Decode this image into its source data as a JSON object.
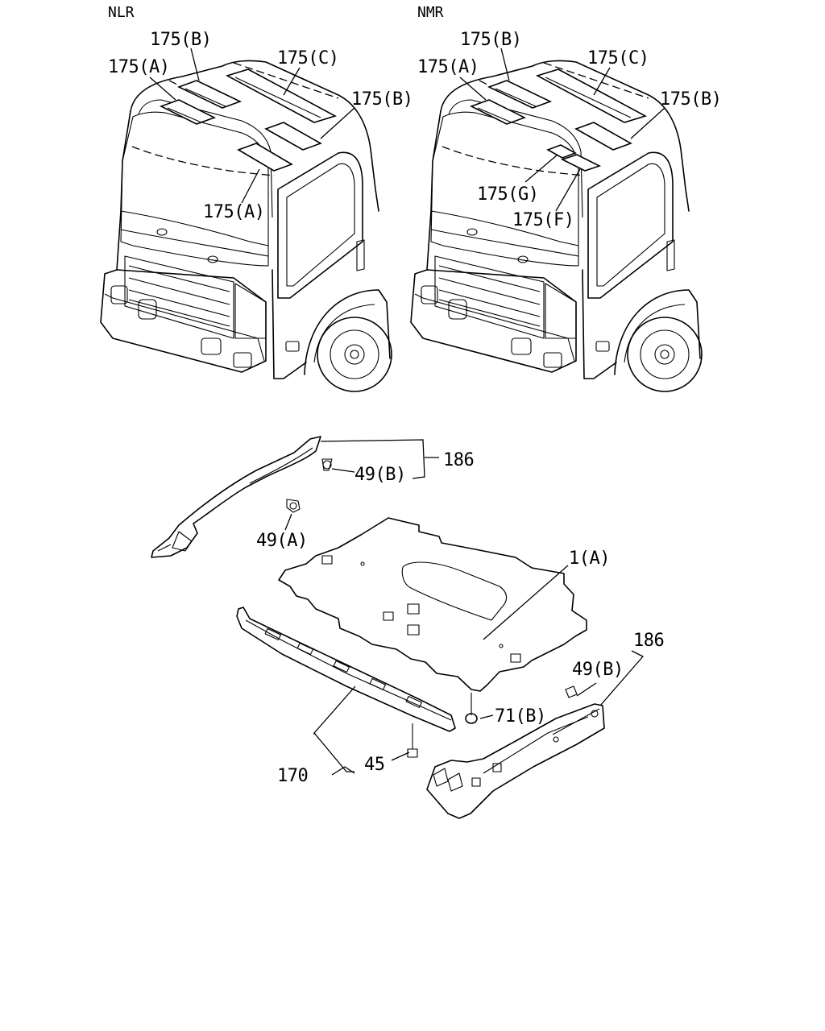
{
  "variants": {
    "left": "NLR",
    "right": "NMR"
  },
  "labels": {
    "p175a": "175(A)",
    "p175b": "175(B)",
    "p175c": "175(C)",
    "p175f": "175(F)",
    "p175g": "175(G)",
    "p186": "186",
    "p49a": "49(A)",
    "p49b": "49(B)",
    "p1a": "1(A)",
    "p71b": "71(B)",
    "p170": "170",
    "p45": "45"
  }
}
